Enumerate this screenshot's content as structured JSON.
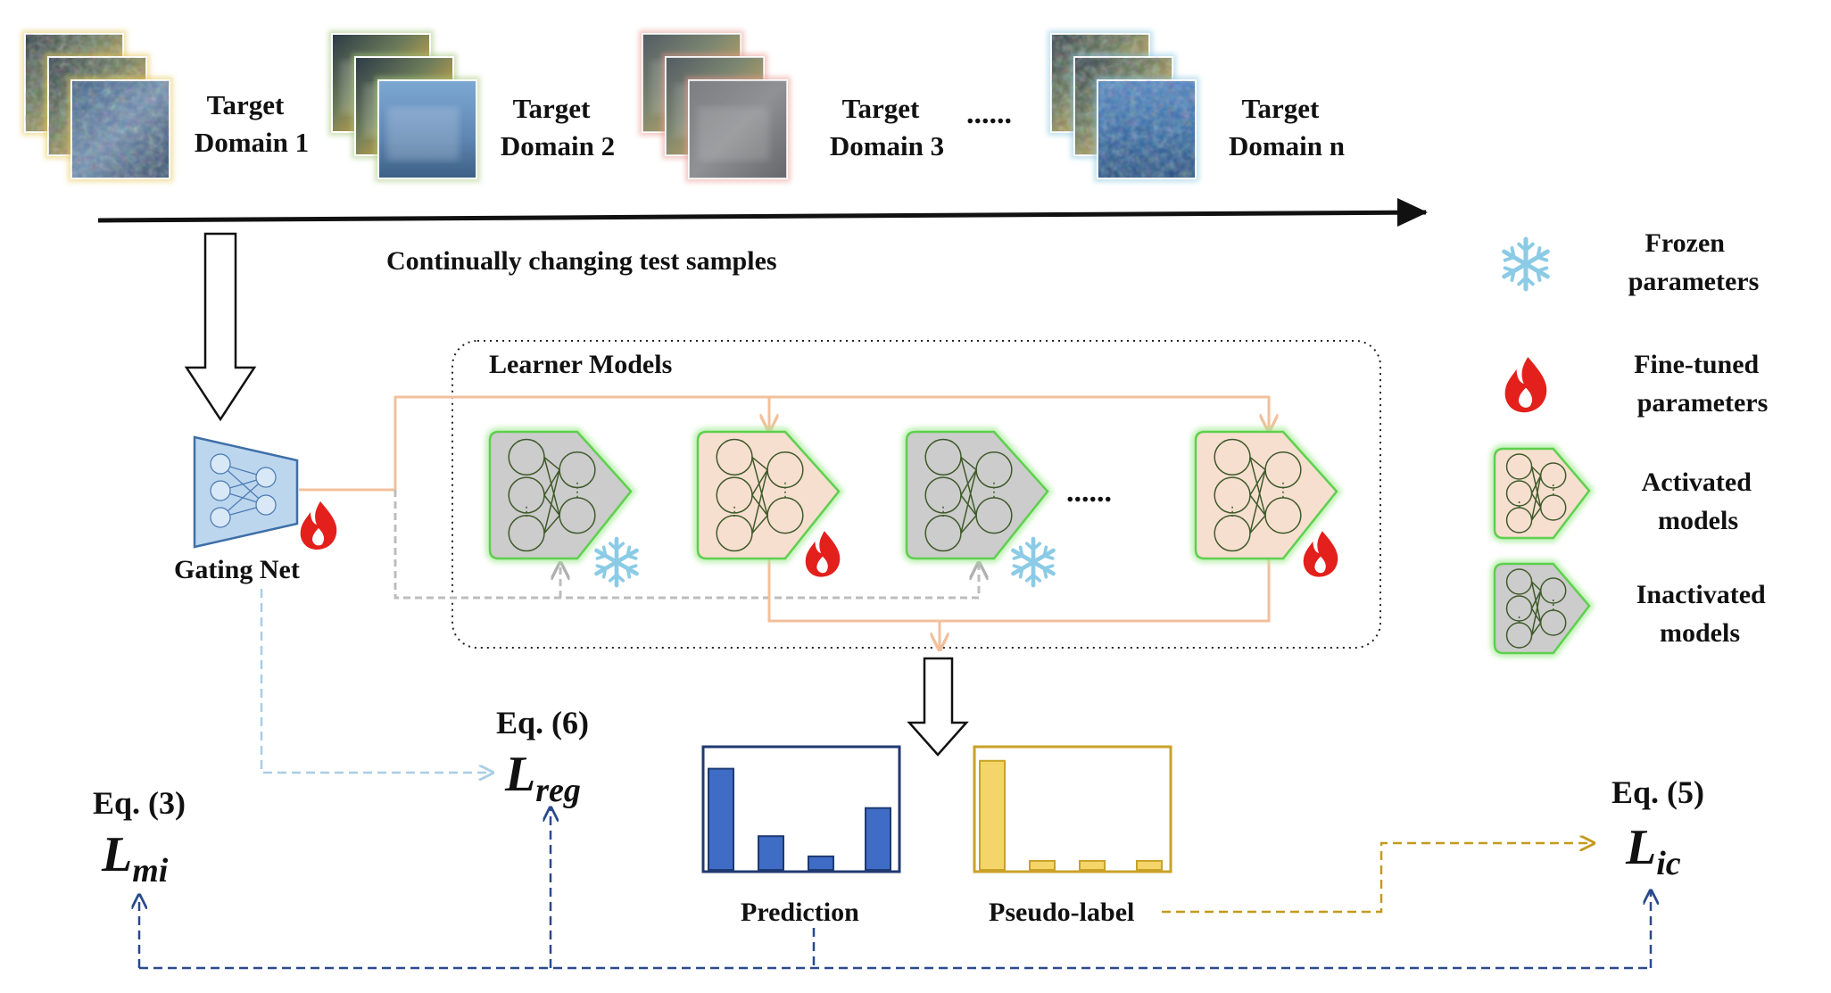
{
  "domains": [
    {
      "line1": "Target",
      "line2": "Domain 1",
      "tint": "#e7c95a"
    },
    {
      "line1": "Target",
      "line2": "Domain 2",
      "tint": "#a9c77f"
    },
    {
      "line1": "Target",
      "line2": "Domain 3",
      "tint": "#e89a92"
    },
    {
      "line1": "Target",
      "line2": "Domain n",
      "tint": "#8fcbe0"
    }
  ],
  "domain_ellipsis": "......",
  "stream_caption": "Continually changing test samples",
  "learner_title": "Learner Models",
  "learner_ellipsis": "......",
  "gating_label": "Gating Net",
  "learners": [
    {
      "state": "inactivated",
      "param": "frozen"
    },
    {
      "state": "activated",
      "param": "fine-tuned"
    },
    {
      "state": "inactivated",
      "param": "frozen"
    },
    {
      "state": "activated",
      "param": "fine-tuned"
    }
  ],
  "legend": {
    "frozen": [
      "Frozen",
      "parameters"
    ],
    "finetuned": [
      "Fine-tuned",
      "parameters"
    ],
    "activated": [
      "Activated",
      "models"
    ],
    "inactivated": [
      "Inactivated",
      "models"
    ]
  },
  "prediction": {
    "label": "Prediction",
    "values": [
      0.9,
      0.3,
      0.12,
      0.55
    ]
  },
  "pseudo_label": {
    "label": "Pseudo-label",
    "values": [
      0.97,
      0.08,
      0.08,
      0.08
    ]
  },
  "equations": {
    "mi": {
      "ref": "Eq. (3)",
      "base": "L",
      "sub": "mi"
    },
    "reg": {
      "ref": "Eq. (6)",
      "base": "L",
      "sub": "reg"
    },
    "ic": {
      "ref": "Eq. (5)",
      "base": "L",
      "sub": "ic"
    }
  },
  "colors": {
    "activated_fill": "#f7dfd0",
    "inactivated_fill": "#cccccc",
    "model_border": "#5fcf4f",
    "route_line": "#f2c09c",
    "gating_fill": "#bcd6ee",
    "prediction_bar": "#3f6cc4",
    "prediction_frame": "#1f3a72",
    "pseudo_bar": "#f5d56a",
    "pseudo_frame": "#c9a227",
    "loss_dash": "#2a4a8c",
    "gating_dash": "#a9cde6",
    "pseudo_dash": "#c39a1e"
  }
}
